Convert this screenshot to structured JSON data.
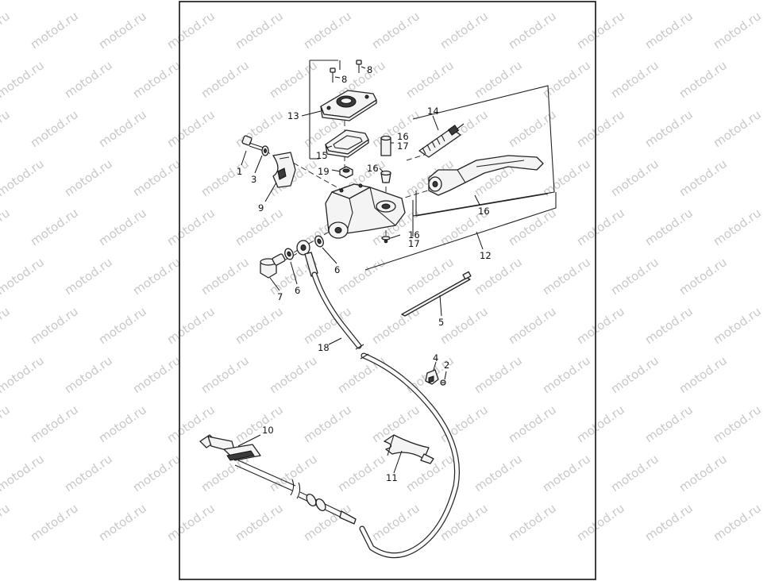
{
  "watermark": {
    "text": "motod.ru"
  },
  "callouts": {
    "c1": "1",
    "c2": "2",
    "c3": "3",
    "c4": "4",
    "c5": "5",
    "c6a": "6",
    "c6b": "6",
    "c7": "7",
    "c8a": "8",
    "c8b": "8",
    "c9": "9",
    "c10": "10",
    "c11": "11",
    "c12": "12",
    "c13": "13",
    "c14": "14",
    "c15": "15",
    "c16a": "16",
    "c16b": "16",
    "c16c": "16",
    "c16d": "16",
    "c17a": "17",
    "c17b": "17",
    "c18": "18",
    "c19": "19"
  }
}
